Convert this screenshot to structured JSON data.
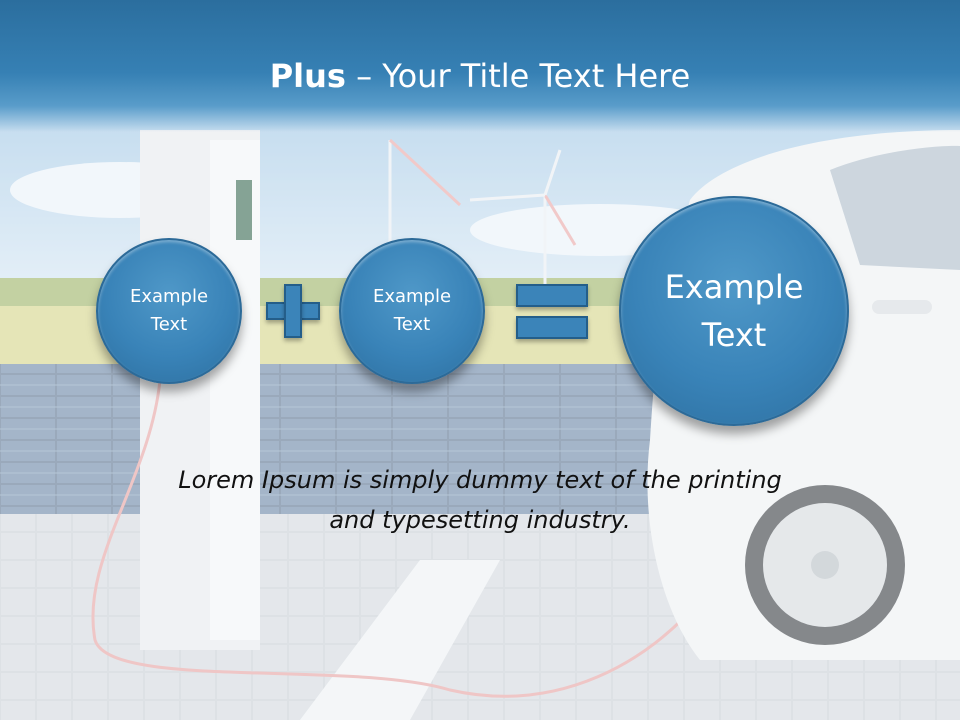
{
  "slide": {
    "title_bold": "Plus",
    "title_rest": " – Your Title Text Here",
    "circles": [
      {
        "line1": "Example",
        "line2": "Text"
      },
      {
        "line1": "Example",
        "line2": "Text"
      },
      {
        "line1": "Example",
        "line2": "Text"
      }
    ],
    "body_line1": "Lorem Ipsum is simply dummy text of the printing",
    "body_line2": "and typesetting industry."
  },
  "colors": {
    "title_bar": "#3680b4",
    "shape_fill": "#3b84b9",
    "shape_border": "#245e8a",
    "text_dark": "#111111"
  },
  "icons": [
    "plus-icon",
    "equals-icon"
  ]
}
